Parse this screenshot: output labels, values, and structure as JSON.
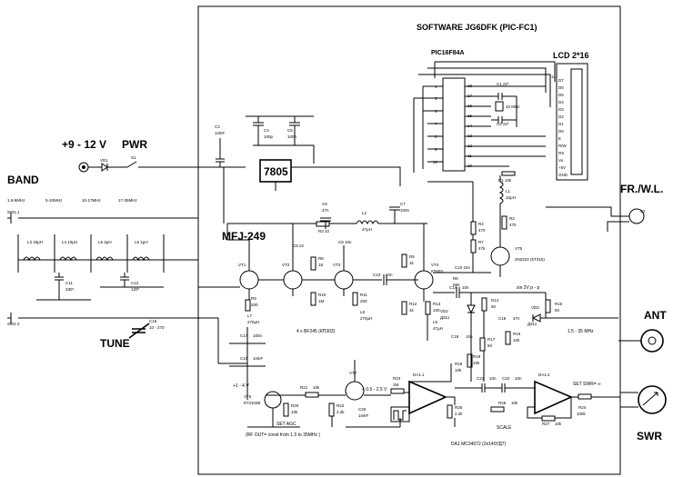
{
  "labels": {
    "software": "SOFTWARE  JG6DFK (PIC-FC1)",
    "pic": "PIC16F84A",
    "lcd": "LCD 2*16",
    "supply": "+9 - 12 V",
    "pwr": "PWR",
    "band": "BAND",
    "regulator": "7805",
    "mfj": "MFJ-249",
    "frwl": "FR./W.L.",
    "tune": "TUNE",
    "ant": "ANT",
    "swr": "SWR",
    "band1": "1.5-5MHz",
    "band2": "5-10MHz",
    "band3": "10-17MHz",
    "band4": "17-35MHz",
    "sw11": "SW1.1",
    "sw12": "SW1.2",
    "transistors_note": "4 x BF245 (КП303)",
    "sin_note": "sin 2V p - p",
    "range_note": "1.5 - 35 MHz",
    "agc_note": "(RF OUT= const  from 1.5 to 35MHz )",
    "set_agc": "SET AGC",
    "set_swr": "SET SWR= ∞",
    "scale": "SCALE",
    "opamp": "DA1 MC34072 (2x140УД7)",
    "volt1": "+1 - 4 V",
    "volt2": "+ 0.5 - 2.5 V",
    "vt5": "VT5",
    "vt5_type": "2N2222 (КТ315)",
    "vt4": "VT4",
    "vt4_type": "КТ603",
    "vt6_type": "КТ3102В",
    "xtal": "10 MHz",
    "da11": "DA1.1",
    "da12": "DA1.2",
    "vt1": "VT1",
    "vt2": "VT2",
    "vt3": "VT3",
    "vt6": "VT6",
    "vt7": "VT7",
    "vd1": "VD1",
    "vd2": "VD2",
    "vd2_type": "Д311",
    "vd3": "VD3",
    "vd3_type": "Д311",
    "s1": "S1",
    "s2": "S2",
    "c15": "C15",
    "c15_val": "10 - 270",
    "l3": "L3  33μH",
    "l4": "L4  10μH",
    "l5": "L5  2μH",
    "l6": "L6  1μH",
    "c11": "C11",
    "c11_val": "330*",
    "c12": "C12",
    "c12_val": "120*",
    "c3": "C3",
    "c3_val": "1mkF",
    "c4": "C4",
    "c4_val": "100p",
    "c5": "C5",
    "c5_val": "100n",
    "c6": "C6",
    "c6_val": "47n",
    "c7": "C7",
    "c7_val": "100n",
    "c8": "C8  22",
    "c9": "C9  10n",
    "c10": "C10  22n",
    "c13": "C13",
    "c13_val": "10n",
    "c14": "C14",
    "c14_val": "10n",
    "c16": "C16",
    "c16_val": "47n",
    "c17": "C17",
    "c17_val": "100n",
    "c18": "C18",
    "c18_val": "10n",
    "c19": "C19",
    "c19_val": "1mkF",
    "c20": "C20",
    "c20_val": "1mkF",
    "c21": "C21",
    "c21_val": "10n",
    "c22": "C22",
    "c22_val": "10n",
    "c1": "C1    22*",
    "c2": "C2    22*",
    "r1": "R1  10k",
    "r2": "R2",
    "r2_val": "470",
    "r3": "R3     10",
    "r4": "R4",
    "r4_val": "470",
    "r5": "R5",
    "r5_val": "1k",
    "r6": "R6",
    "r6_val": "560",
    "r7": "R7",
    "r7_val": "47k",
    "r8": "R8",
    "r8_val": "18",
    "r9": "R9",
    "r9_val": "200",
    "r10": "R10",
    "r10_val": "1M",
    "r11": "R11",
    "r11_val": "200",
    "r12": "R12",
    "r12_val": "1k",
    "r13": "R13",
    "r13_val": "100",
    "r14": "R14",
    "r14_val": "50",
    "r15": "R15",
    "r15_val": "50",
    "r16": "R16",
    "r16_val": "10k",
    "r17": "R17",
    "r17_val": "50",
    "r18": "R18",
    "r18_val": "10k",
    "r19": "R19",
    "r19_val": "10k",
    "r20": "R20",
    "r20_val": "10k",
    "r21": "R21",
    "r21_val": "10k",
    "r22": "R22",
    "r22_val": "2.2k",
    "r23": "R23",
    "r23_val": "1M",
    "r24": "R24",
    "r24_val": "100k",
    "r25": "R25",
    "r25_val": "2.2k",
    "r26": "R26",
    "r26_val": "10k",
    "r27": "R27",
    "r27_val": "10k",
    "l1": "L1",
    "l1_val": "10μH",
    "l2": "L2",
    "l2_val": "47μH",
    "l7": "L7",
    "l7_val": "270μH",
    "l8": "L8",
    "l8_val": "270μH",
    "l9": "L9",
    "l9_val": "47μH",
    "pins_left": [
      "4",
      "5",
      "6",
      "7",
      "8",
      "9",
      "10"
    ],
    "pins_right": [
      "18",
      "17",
      "16",
      "15",
      "14",
      "13",
      "12",
      "11",
      "10"
    ],
    "pin14": "14",
    "lcd_pins": [
      "D7",
      "D6",
      "D5",
      "D4",
      "D3",
      "D2",
      "D1",
      "D0",
      "E",
      "R/W",
      "RS",
      "Vo",
      "+5V",
      "GND"
    ]
  }
}
